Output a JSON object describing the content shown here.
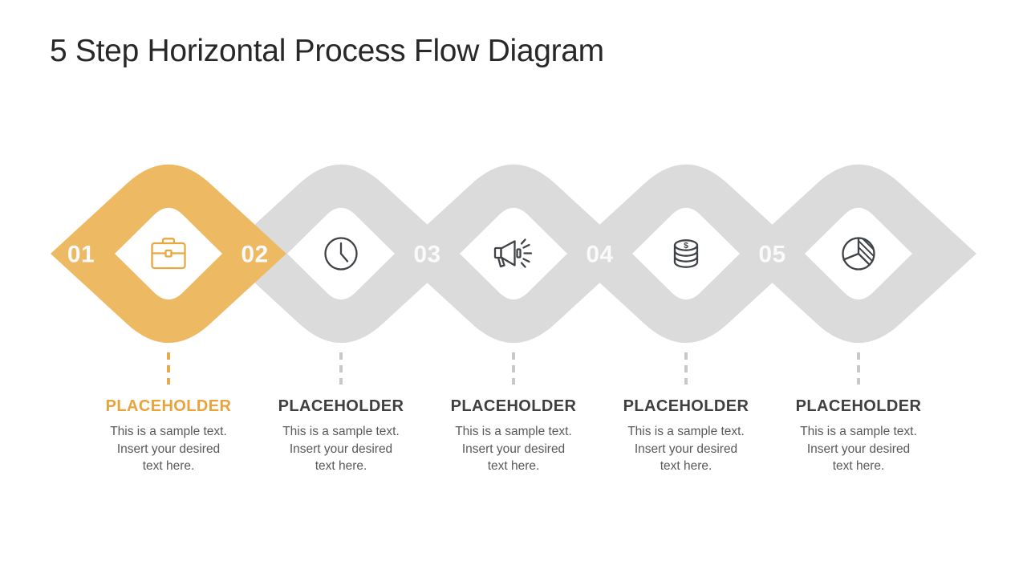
{
  "slide": {
    "title": "5 Step Horizontal Process Flow Diagram"
  },
  "colors": {
    "accent_shape": "#EDB962",
    "accent_text": "#E8A33D",
    "accent_dash": "#E9A94B",
    "shape_gray": "#DBDBDB",
    "icon_dark": "#3F4347",
    "heading_dark": "#3F3F3F",
    "body_gray": "#595959",
    "number_white": "#FAFAFA",
    "title_dark": "#282828"
  },
  "steps": [
    {
      "number": "01",
      "icon": "briefcase-icon",
      "label": "PLACEHOLDER",
      "body_lines": [
        "This is a sample text.",
        "Insert your desired",
        "text here."
      ],
      "state": "active"
    },
    {
      "number": "02",
      "icon": "clock-icon",
      "label": "PLACEHOLDER",
      "body_lines": [
        "This is a sample text.",
        "Insert your desired",
        "text here."
      ],
      "state": "default"
    },
    {
      "number": "03",
      "icon": "megaphone-icon",
      "label": "PLACEHOLDER",
      "body_lines": [
        "This is a sample text.",
        "Insert your desired",
        "text here."
      ],
      "state": "default"
    },
    {
      "number": "04",
      "icon": "coins-icon",
      "label": "PLACEHOLDER",
      "body_lines": [
        "This is a sample text.",
        "Insert your desired",
        "text here."
      ],
      "state": "default"
    },
    {
      "number": "05",
      "icon": "pie-chart-icon",
      "label": "PLACEHOLDER",
      "body_lines": [
        "This is a sample text.",
        "Insert your desired",
        "text here."
      ],
      "state": "default"
    }
  ]
}
